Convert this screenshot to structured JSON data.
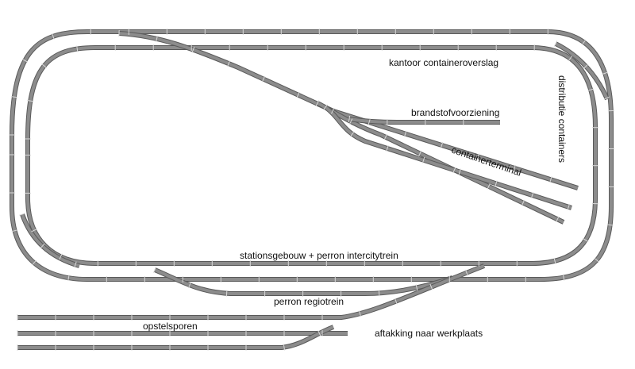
{
  "labels": {
    "office": "kantoor containeroverslag",
    "distribution": "distributie containers",
    "fuel": "brandstofvoorziening",
    "terminal": "containerterminal",
    "station": "stationsgebouw + perron intercitytrein",
    "regional_platform": "perron regiotrein",
    "sidings": "opstelsporen",
    "workshop_branch": "aftakking naar werkplaats"
  },
  "colors": {
    "rail": "#8c8c8c",
    "rail_edge": "#5a5a5a",
    "sleeper": "#d9d9d9",
    "text": "#111111"
  }
}
